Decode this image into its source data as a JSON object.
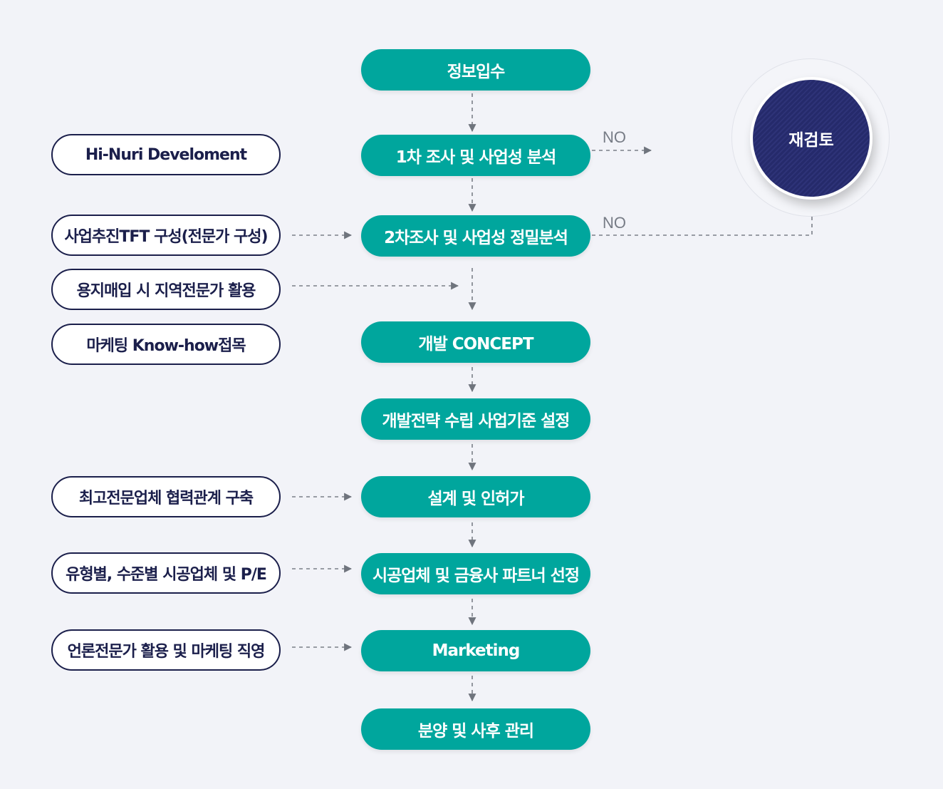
{
  "flow_steps": [
    "정보입수",
    "1차 조사 및 사업성 분석",
    "2차조사 및 사업성 정밀분석",
    "개발 CONCEPT",
    "개발전략 수립 사업기준 설정",
    "설계 및 인허가",
    "시공업체 및 금융사 파트너 선정",
    "Marketing",
    "분양 및 사후 관리"
  ],
  "side_items": [
    "Hi-Nuri Develoment",
    "사업추진TFT 구성(전문가 구성)",
    "용지매입 시 지역전문가 활용",
    "마케팅 Know-how접목",
    "최고전문업체 협력관계 구축",
    "유형별, 수준별 시공업체 및 P/E",
    "언론전문가 활용 및 마케팅 직영"
  ],
  "branch_labels": {
    "no_1": "NO",
    "no_2": "NO"
  },
  "review": {
    "label": "재검토"
  },
  "colors": {
    "flow": "#00a69d",
    "side_border": "#1b1f4b",
    "review": "#252a6b",
    "connector": "#7a7f88"
  }
}
